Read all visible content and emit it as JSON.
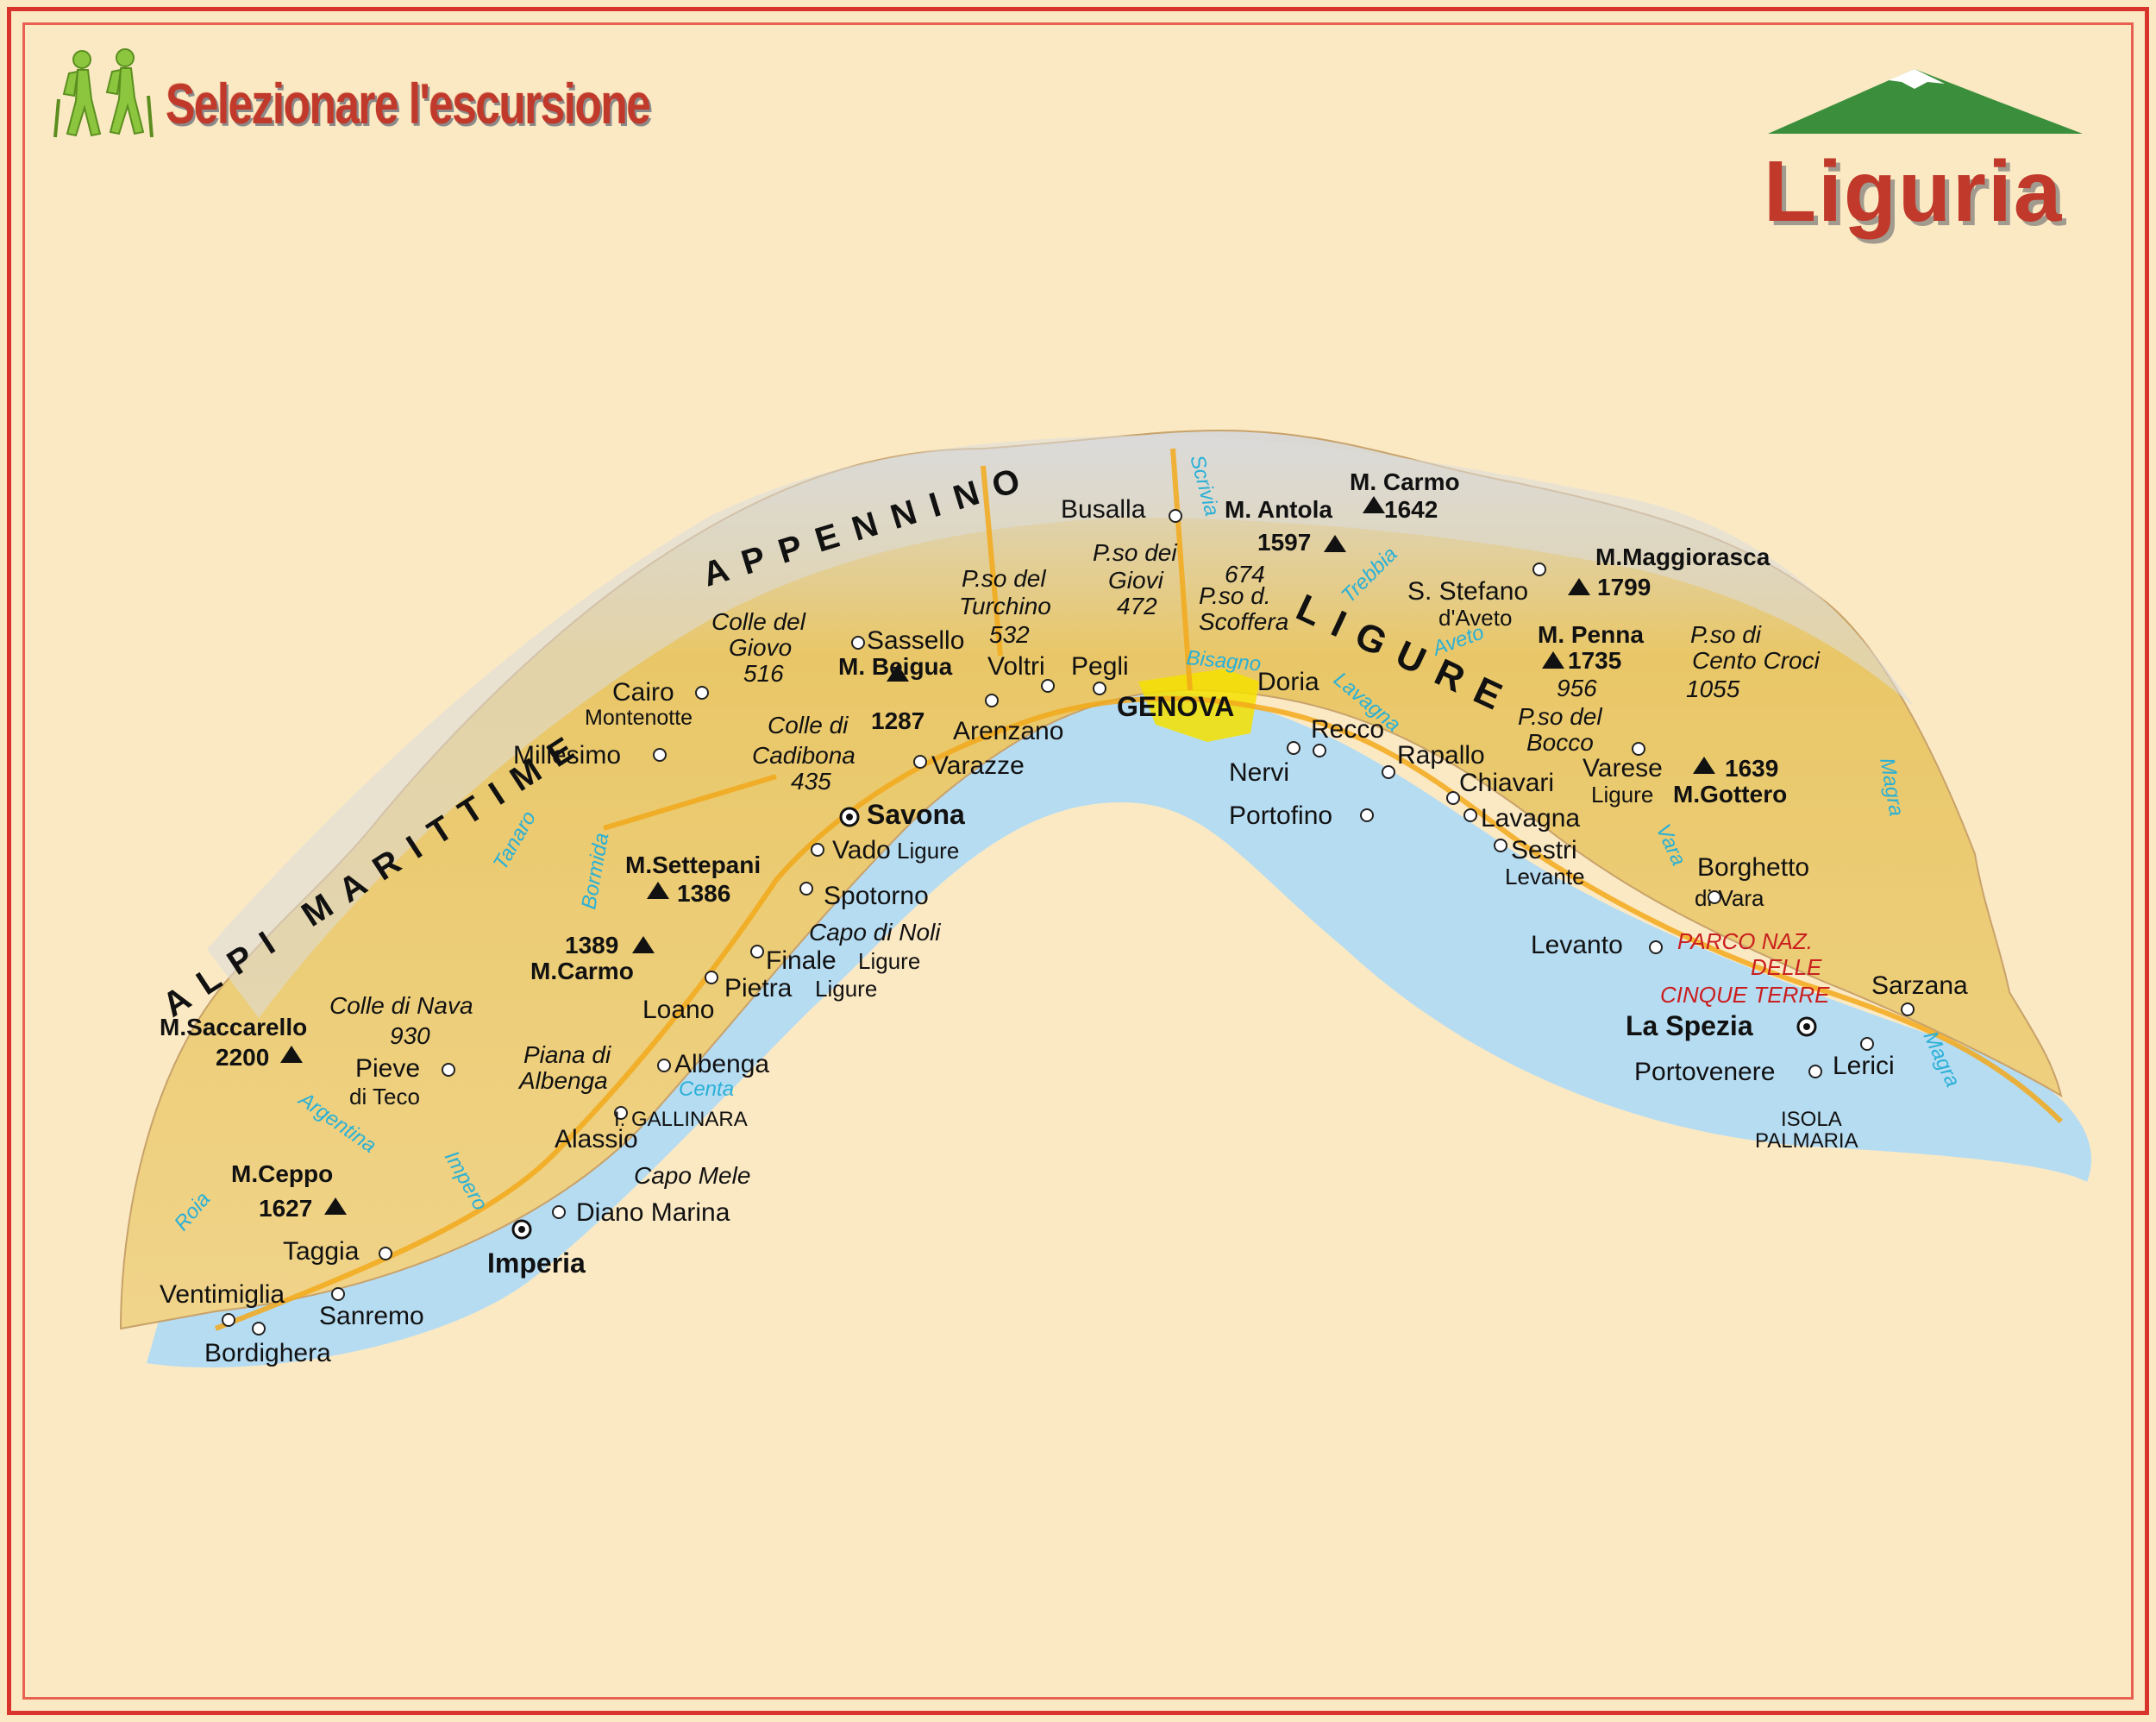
{
  "page": {
    "title": "Selezionare l'escursione",
    "region": "Liguria",
    "colors": {
      "frame": "#d9342b",
      "background": "#fbe9c4",
      "title": "#c0392b",
      "logo_mountain": "#3b8e3b",
      "sea": "#b6dcf2",
      "land": "#e9c768"
    }
  },
  "icons": {
    "hikers": "hikers-icon",
    "mountain_logo": "mountain-logo-icon"
  },
  "map": {
    "ranges": {
      "appennino": "APPENNINO",
      "ligure": "LIGURE",
      "alpi": "ALPI MARITTIME"
    },
    "cities": {
      "genova": "GENOVA",
      "savona": "Savona",
      "imperia": "Imperia",
      "la_spezia": "La Spezia",
      "busalla": "Busalla",
      "sassello": "Sassello",
      "voltri": "Voltri",
      "pegli": "Pegli",
      "arenzano": "Arenzano",
      "varazze": "Varazze",
      "cairo": "Cairo",
      "montenotte": "Montenotte",
      "millesimo": "Millesimo",
      "vado": "Vado",
      "vado_sub": "Ligure",
      "spotorno": "Spotorno",
      "finale": "Finale",
      "finale_sub": "Ligure",
      "pietra": "Pietra",
      "pietra_sub": "Ligure",
      "loano": "Loano",
      "albenga": "Albenga",
      "alassio": "Alassio",
      "diano": "Diano Marina",
      "pieve": "Pieve",
      "pieve_sub": "di Teco",
      "taggia": "Taggia",
      "ventimiglia": "Ventimiglia",
      "sanremo": "Sanremo",
      "bordighera": "Bordighera",
      "nervi": "Nervi",
      "doria": "Doria",
      "recco": "Recco",
      "rapallo": "Rapallo",
      "portofino": "Portofino",
      "chiavari": "Chiavari",
      "lavagna": "Lavagna",
      "sestri": "Sestri",
      "sestri_sub": "Levante",
      "stefano": "S. Stefano",
      "stefano_sub": "d'Aveto",
      "varese": "Varese",
      "varese_sub": "Ligure",
      "borghetto": "Borghetto",
      "borghetto_sub": "di Vara",
      "levanto": "Levanto",
      "sarzana": "Sarzana",
      "portovenere": "Portovenere",
      "lerici": "Lerici"
    },
    "peaks": {
      "carmo_n": "M. Carmo",
      "carmo_n_h": "1642",
      "antola": "M. Antola",
      "antola_h": "1597",
      "maggiorasca": "M.Maggiorasca",
      "maggiorasca_h": "1799",
      "penna": "M. Penna",
      "penna_h": "1735",
      "gottero_h": "1639",
      "gottero": "M.Gottero",
      "beigua": "M. Beigua",
      "beigua_h": "1287",
      "settepani": "M.Settepani",
      "settepani_h": "1386",
      "carmo_s_h": "1389",
      "carmo_s": "M.Carmo",
      "saccarello": "M.Saccarello",
      "saccarello_h": "2200",
      "ceppo": "M.Ceppo",
      "ceppo_h": "1627"
    },
    "passes": {
      "turchino_1": "P.so del",
      "turchino_2": "Turchino",
      "turchino_h": "532",
      "giovi_1": "P.so dei",
      "giovi_2": "Giovi",
      "giovi_h": "472",
      "scoffera_h": "674",
      "scoffera_1": "P.so d.",
      "scoffera_2": "Scoffera",
      "giovo_1": "Colle del",
      "giovo_2": "Giovo",
      "giovo_h": "516",
      "cadibona_1": "Colle di",
      "cadibona_2": "Cadibona",
      "cadibona_h": "435",
      "bocco_h": "956",
      "bocco_1": "P.so del",
      "bocco_2": "Bocco",
      "centocroci_1": "P.so di",
      "centocroci_2": "Cento Croci",
      "centocroci_h": "1055",
      "nava_1": "Colle di Nava",
      "nava_h": "930"
    },
    "capes": {
      "noli": "Capo di Noli",
      "mele": "Capo Mele",
      "piana_1": "Piana di",
      "piana_2": "Albenga"
    },
    "islands": {
      "gallinara": "I. GALLINARA",
      "palmaria_1": "ISOLA",
      "palmaria_2": "PALMARIA"
    },
    "park": {
      "line1": "PARCO NAZ.",
      "line2": "DELLE",
      "line3": "CINQUE TERRE"
    },
    "rivers": {
      "scrivia": "Scrivia",
      "trebbia": "Trebbia",
      "bisagno": "Bisagno",
      "aveto": "Aveto",
      "lavagna": "Lavagna",
      "magra": "Magra",
      "vara": "Vara",
      "tanaro": "Tanaro",
      "bormida": "Bormida",
      "centa": "Centa",
      "argentina": "Argentina",
      "impero": "Impero",
      "roia": "Roia"
    }
  }
}
